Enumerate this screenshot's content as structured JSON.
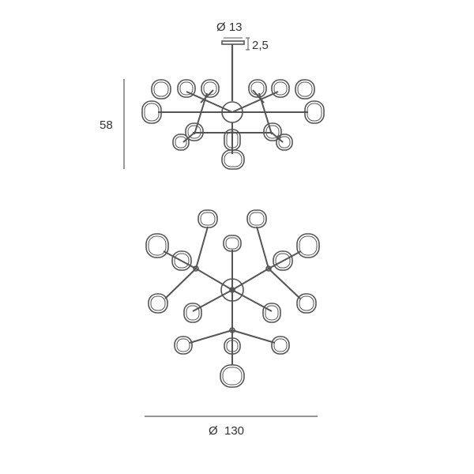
{
  "dimensions": {
    "canopy_diameter": "Ø 13",
    "canopy_thickness": "2,5",
    "height": "58",
    "total_diameter": "Ø  130"
  },
  "views": {
    "side_view": "elevation",
    "top_view": "plan"
  },
  "colors": {
    "line": "#555555",
    "text": "#333333",
    "background": "#ffffff"
  }
}
